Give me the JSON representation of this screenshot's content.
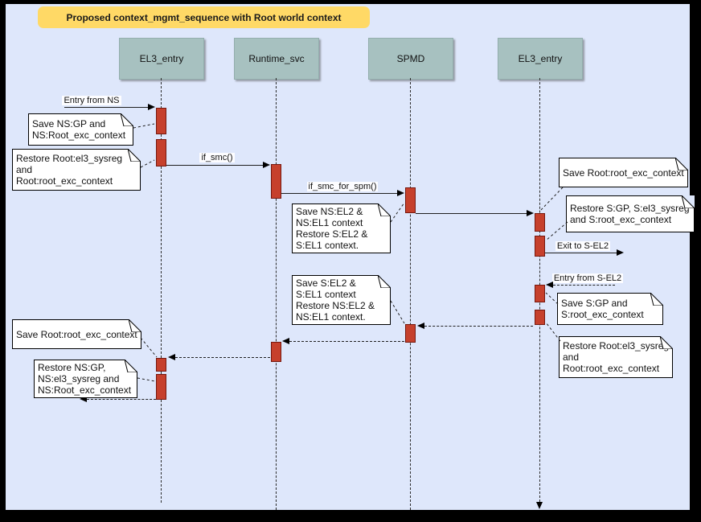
{
  "title": {
    "label": "Proposed context_mgmt_sequence with Root world context"
  },
  "lifelines": [
    {
      "label": "EL3_entry"
    },
    {
      "label": "Runtime_svc"
    },
    {
      "label": "SPMD"
    },
    {
      "label": "EL3_entry"
    }
  ],
  "messages": {
    "entry_from_ns": "Entry from NS",
    "if_smc": "if_smc()",
    "if_smc_for_spm": "if_smc_for_spm()",
    "exit_to_s_el2": "Exit to S-EL2",
    "entry_from_s_el2": "Entry from S-EL2"
  },
  "notes": [
    {
      "text": "Save NS:GP and\nNS:Root_exc_context"
    },
    {
      "text": "Restore Root:el3_sysreg\nand\nRoot:root_exc_context"
    },
    {
      "text": "Save NS:EL2 &\nNS:EL1 context\nRestore S:EL2 &\nS:EL1 context."
    },
    {
      "text": "Save Root:root_exc_context"
    },
    {
      "text": "Restore S:GP, S:el3_sysreg\nand S:root_exc_context"
    },
    {
      "text": "Save S:GP and\nS:root_exc_context"
    },
    {
      "text": "Restore Root:el3_sysreg\nand\nRoot:root_exc_context"
    },
    {
      "text": "Save S:EL2 &\nS:EL1 context\nRestore NS:EL2 &\nNS:EL1 context."
    },
    {
      "text": "Save Root:root_exc_context"
    },
    {
      "text": "Restore NS:GP,\nNS:el3_sysreg and\nNS:Root_exc_context"
    }
  ],
  "colors": {
    "background": "#dee7fb",
    "frame": "#000000",
    "banner": "#ffd966",
    "lifeline_header": "#a7c1c0",
    "activation_fill": "#c6402c",
    "activation_border": "#76180e",
    "note_fill": "#ffffff",
    "line": "#1f1f1f"
  }
}
